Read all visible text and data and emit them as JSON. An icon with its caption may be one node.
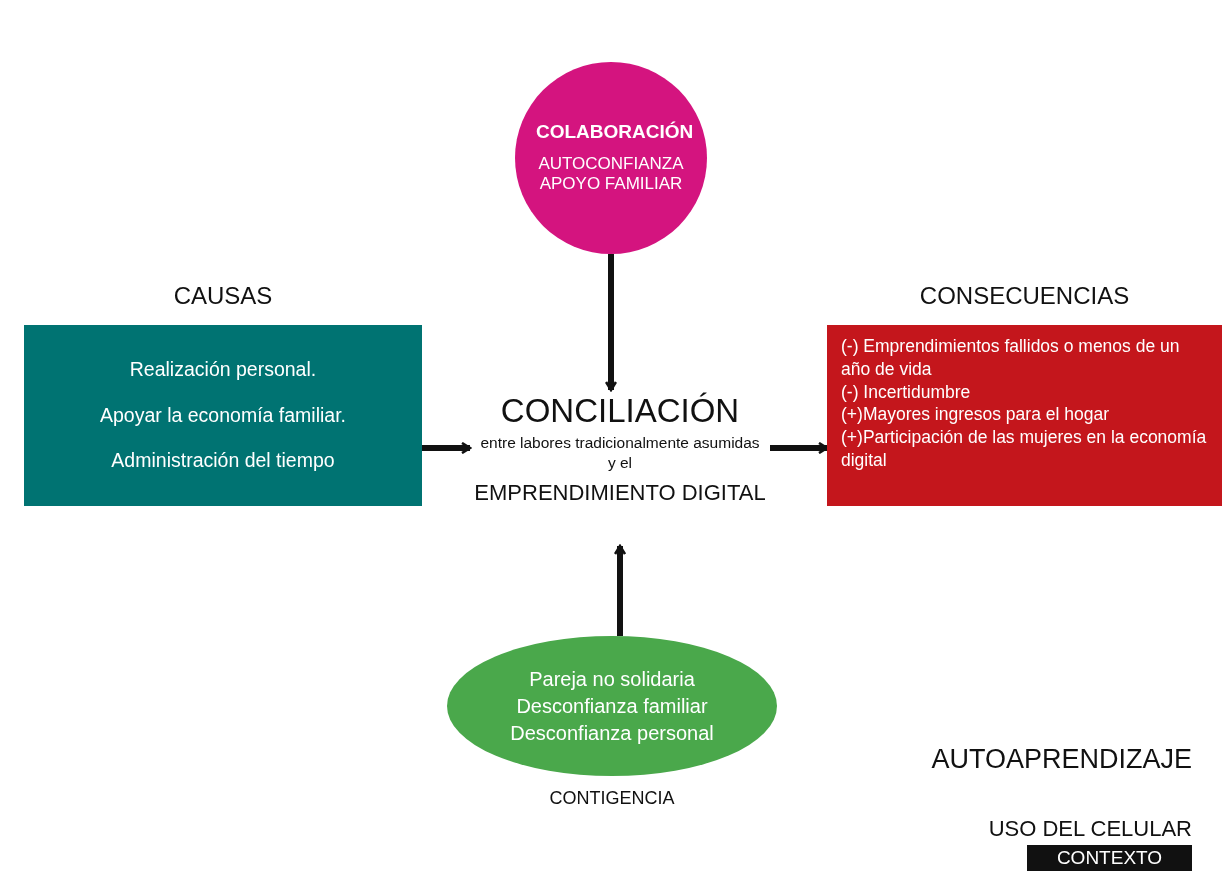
{
  "diagram": {
    "nodes": [
      {
        "text": [
          "COLABORACIÓN",
          "AUTOCONFIANZA APOYO FAMILIAR"
        ]
      },
      {
        "text": [
          "CAUSAS",
          "Realización personal.",
          "Apoyar la economía familiar.",
          "Administración del tiempo"
        ]
      },
      {
        "text": [
          "CONCILIACIÓN",
          "entre labores tradicionalmente asumidas y el",
          "EMPRENDIMIENTO DIGITAL"
        ]
      },
      {
        "text": [
          "CONSECUENCIAS",
          "(-) Emprendimientos fallidos o menos de un año de vida",
          "(-) Incertidumbre",
          "(+)Mayores ingresos para el hogar",
          "(+)Participación de las mujeres en la economía digital"
        ]
      },
      {
        "text": [
          "Pareja no solidaria",
          "Desconfianza familiar",
          "Desconfianza personal"
        ],
        "beside": [
          "CONTIGENCIA"
        ]
      }
    ],
    "edges": [
      {
        "from": 0,
        "to": 2,
        "arrow": "to"
      },
      {
        "from": 1,
        "to": 2,
        "arrow": "to"
      },
      {
        "from": 2,
        "to": 3,
        "arrow": "to"
      },
      {
        "from": 4,
        "to": 2,
        "arrow": "to"
      }
    ],
    "labels": [
      "AUTOAPRENDIZAJE",
      "USO DEL CELULAR",
      "CONTEXTO"
    ]
  }
}
